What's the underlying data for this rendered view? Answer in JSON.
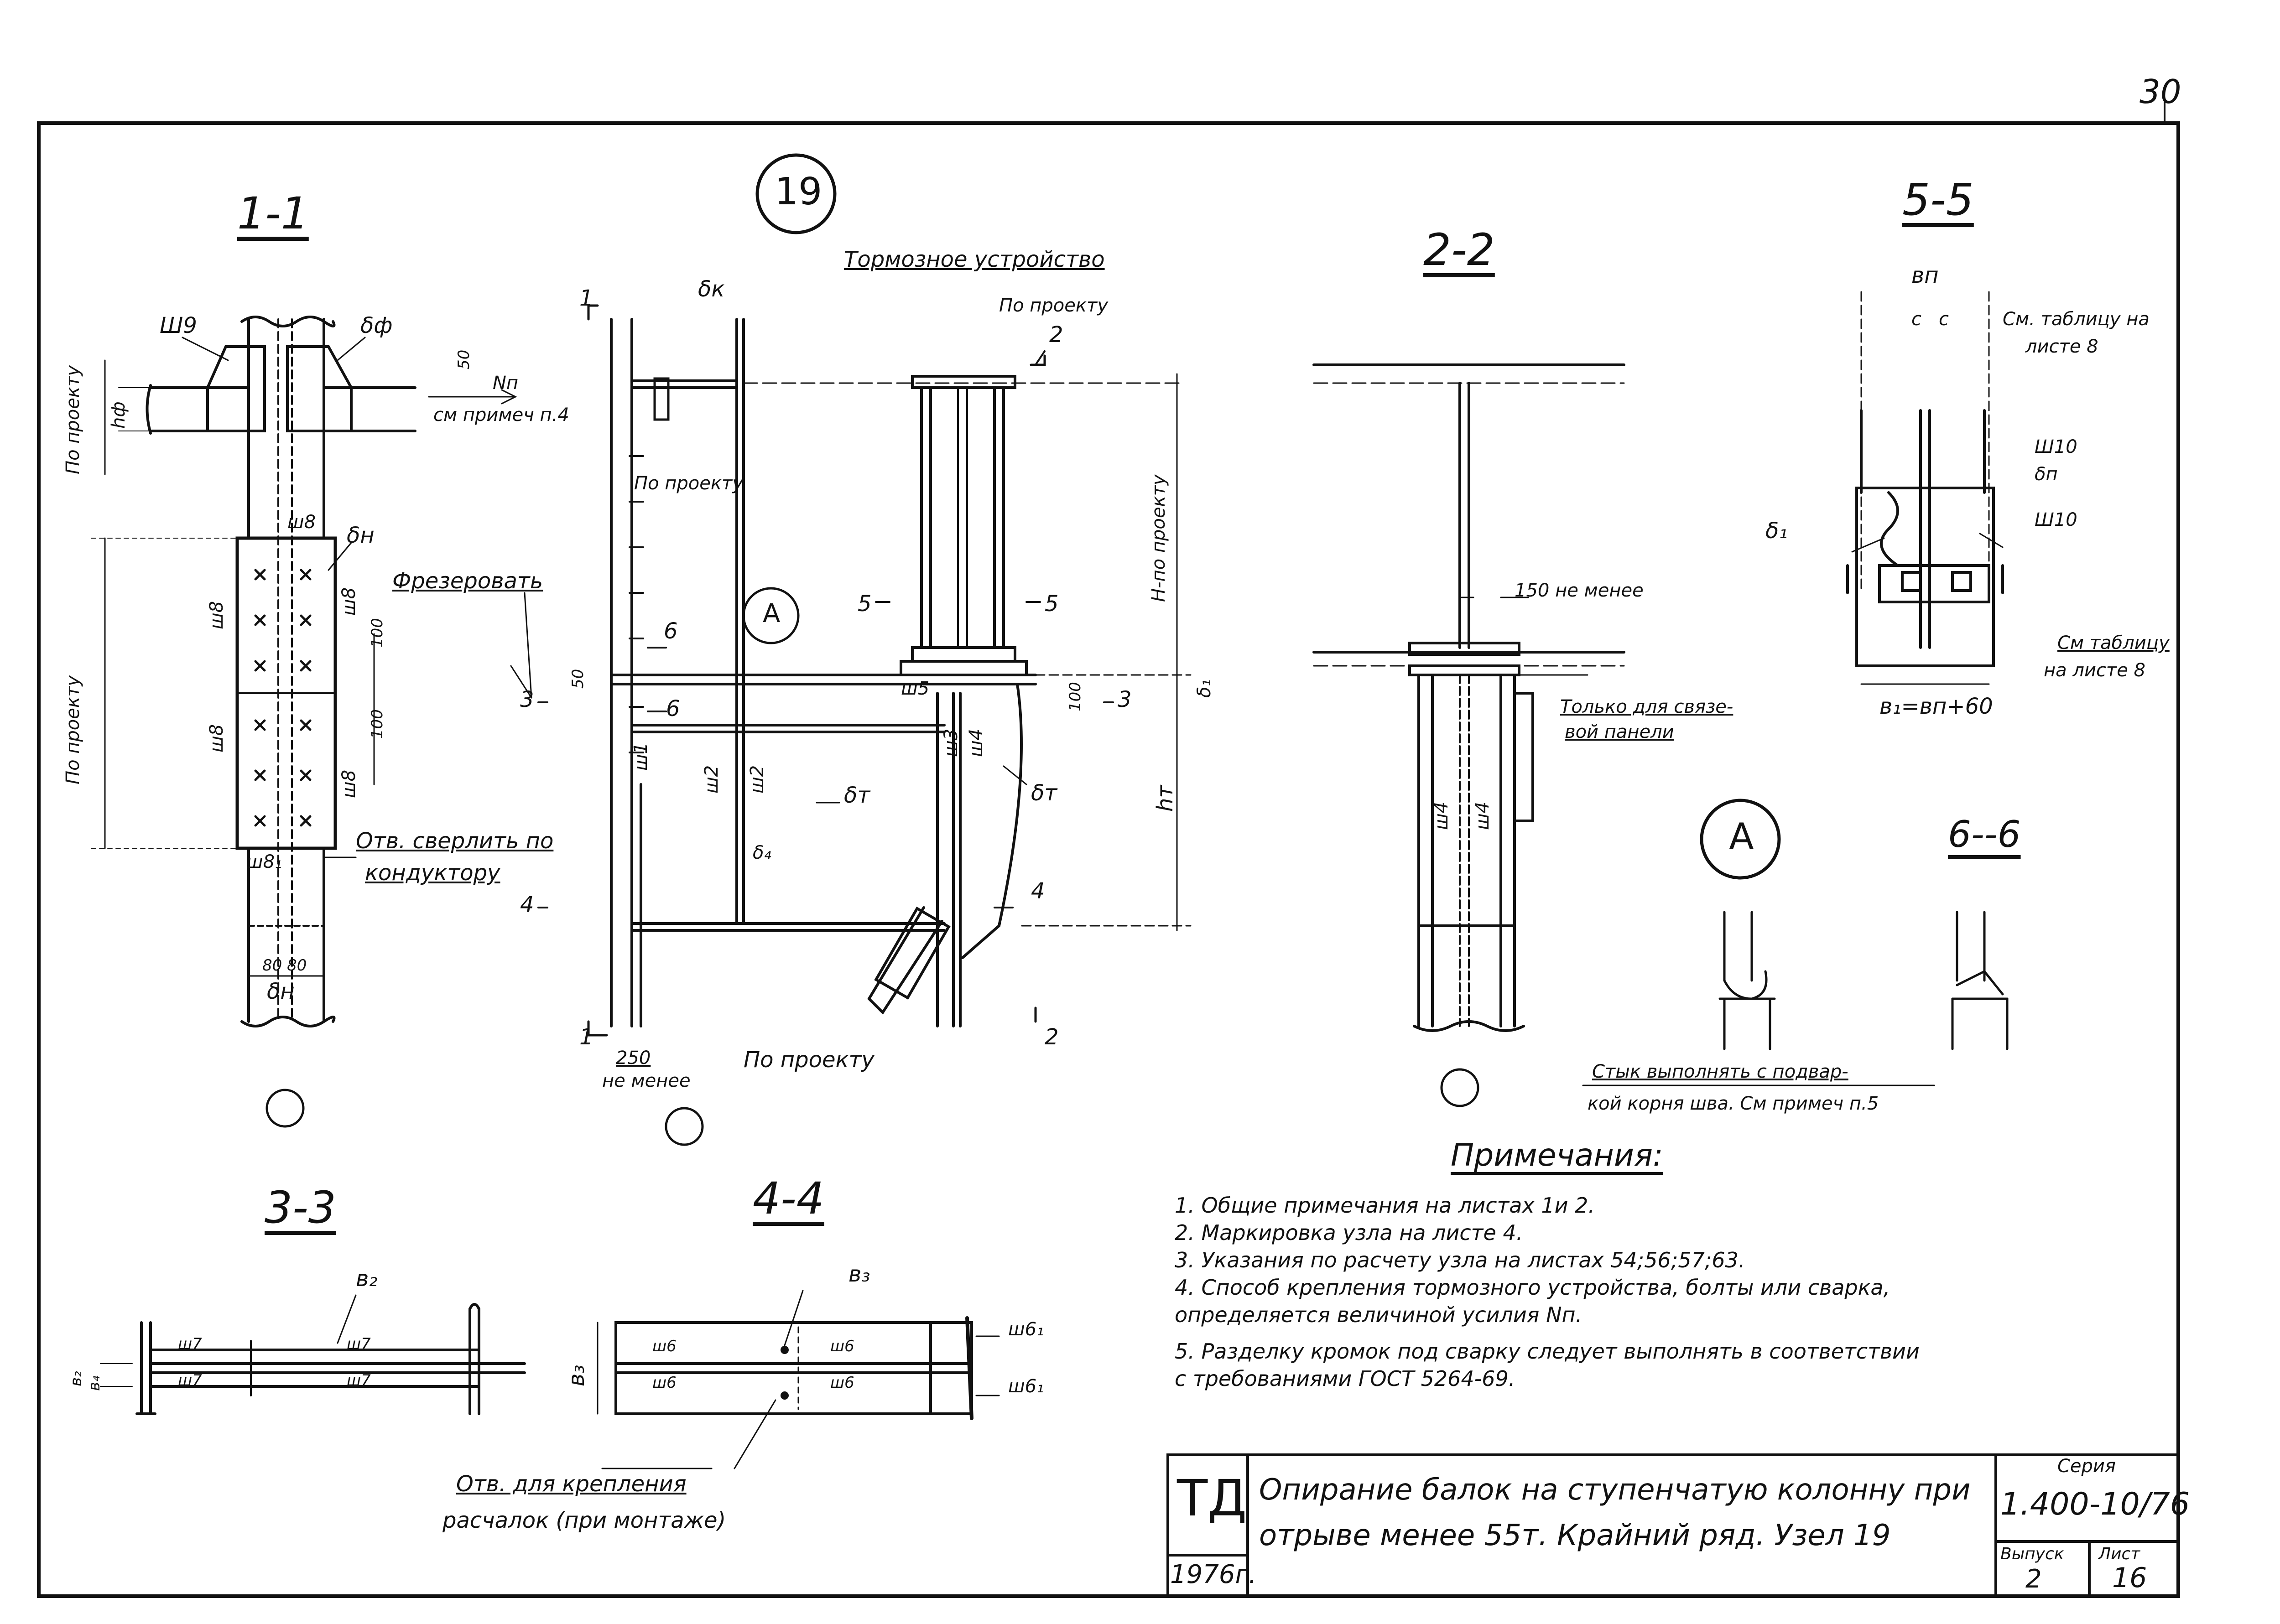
{
  "sheet": {
    "page_number": "30",
    "node_badge": "19",
    "view_badge": "A"
  },
  "sections": {
    "s11": "1-1",
    "s22": "2-2",
    "s55": "5-5",
    "s33": "3-3",
    "s44": "4-4",
    "s66": "6--6"
  },
  "labels": {
    "brake_device": "Тормозное устройство",
    "by_project_a": "По проекту",
    "by_project_b": "По проекту",
    "by_project_c": "По проекту",
    "by_project_v1": "По проекту",
    "by_project_v2": "По проекту",
    "by_project_d": "По проекту",
    "h_by_project": "H-по проекту",
    "mill": "Фрезеровать",
    "drill": "Отв. сверлить по",
    "drill2": "кондуктору",
    "only_bracing": "Только для связе-",
    "only_bracing2": "вой панели",
    "see_note4": "см примеч п.4",
    "np": "Nп",
    "min150": "150   не менее",
    "min250a": "250",
    "min250b": "не менее",
    "see_table_a": "См. таблицу на",
    "see_table_a2": "листе 8",
    "see_table_b": "См таблицу",
    "see_table_b2": "на листе 8",
    "b1_formula": "в₁=вп+60",
    "joint1": "Стык выполнять с подвар-",
    "joint2": "кой корня шва. См примеч п.5",
    "holes1": "Отв. для крепления",
    "holes2": "расчалок (при монтаже)",
    "sh9": "Ш9",
    "bf": "δф",
    "hf": "hф",
    "bn_top": "δн",
    "bn_bot": "δн",
    "sh8": "ш8",
    "sh81": "ш8₁",
    "sh8b": "ш8₁",
    "d50": "50",
    "d100a": "100",
    "d100b": "100",
    "d80": "80 80",
    "bk": "δк",
    "bt1": "δт",
    "bt2": "δт",
    "b4": "δ₄",
    "b1": "δ₁",
    "ht": "hт",
    "sh5": "ш5",
    "sh4": "ш4",
    "sh3": "ш3",
    "sh2": "ш2",
    "sh1": "ш1",
    "c1": "с",
    "c2": "с",
    "bp": "вп",
    "sh10a": "Ш10",
    "sh10b": "Ш10",
    "bp2": "δп",
    "b1b": "δ₁",
    "b2": "в₂",
    "b3": "в₃",
    "b3side": "в₃",
    "b4side": "в₄",
    "sh7": "ш7",
    "sh6": "ш6",
    "sh61": "ш6₁",
    "m1": "1",
    "m2": "2",
    "m3": "3",
    "m4": "4",
    "m5": "5",
    "m6": "6",
    "d50b": "50",
    "d100c": "100"
  },
  "notes": {
    "title": "Примечания:",
    "items": [
      "1.  Общие примечания  на листах 1и 2.",
      "2.  Маркировка узла на листе 4.",
      "3.  Указания по расчету узла на листах 54;56;57;63.",
      "4.  Способ крепления тормозного устройства, болты или сварка,",
      "     определяется величиной усилия Nп.",
      "5.  Разделку кромок под сварку следует выполнять в соответствии",
      "     с требованиями ГОСТ 5264-69."
    ]
  },
  "title_block": {
    "org": "ТД",
    "year": "1976г.",
    "title_line1": "Опирание балок на ступенчатую колонну при",
    "title_line2": "отрыве менее 55т. Крайний ряд. Узел 19",
    "series_label": "Серия",
    "series_value": "1.400-10/76",
    "issue_label": "Выпуск",
    "issue_value": "2",
    "sheet_label": "Лист",
    "sheet_value": "16"
  }
}
